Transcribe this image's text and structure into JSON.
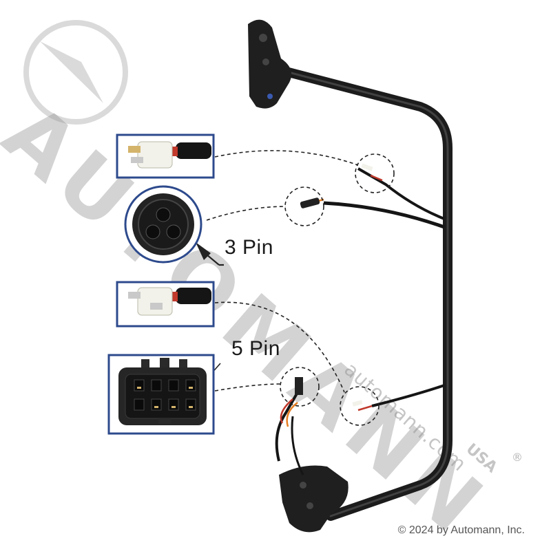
{
  "watermark": {
    "brand": "AUTOMANN",
    "url": "automann.com",
    "region": "USA",
    "registered": "®"
  },
  "callouts": {
    "three_pin": "3 Pin",
    "five_pin": "5 Pin"
  },
  "copyright": "© 2024 by Automann, Inc.",
  "colors": {
    "frame_blue": "#2d4a8c",
    "arm": "#1c1c1c",
    "wire_red": "#c0392b",
    "wire_orange": "#e67e22",
    "connector_white": "#f2f2ea"
  }
}
